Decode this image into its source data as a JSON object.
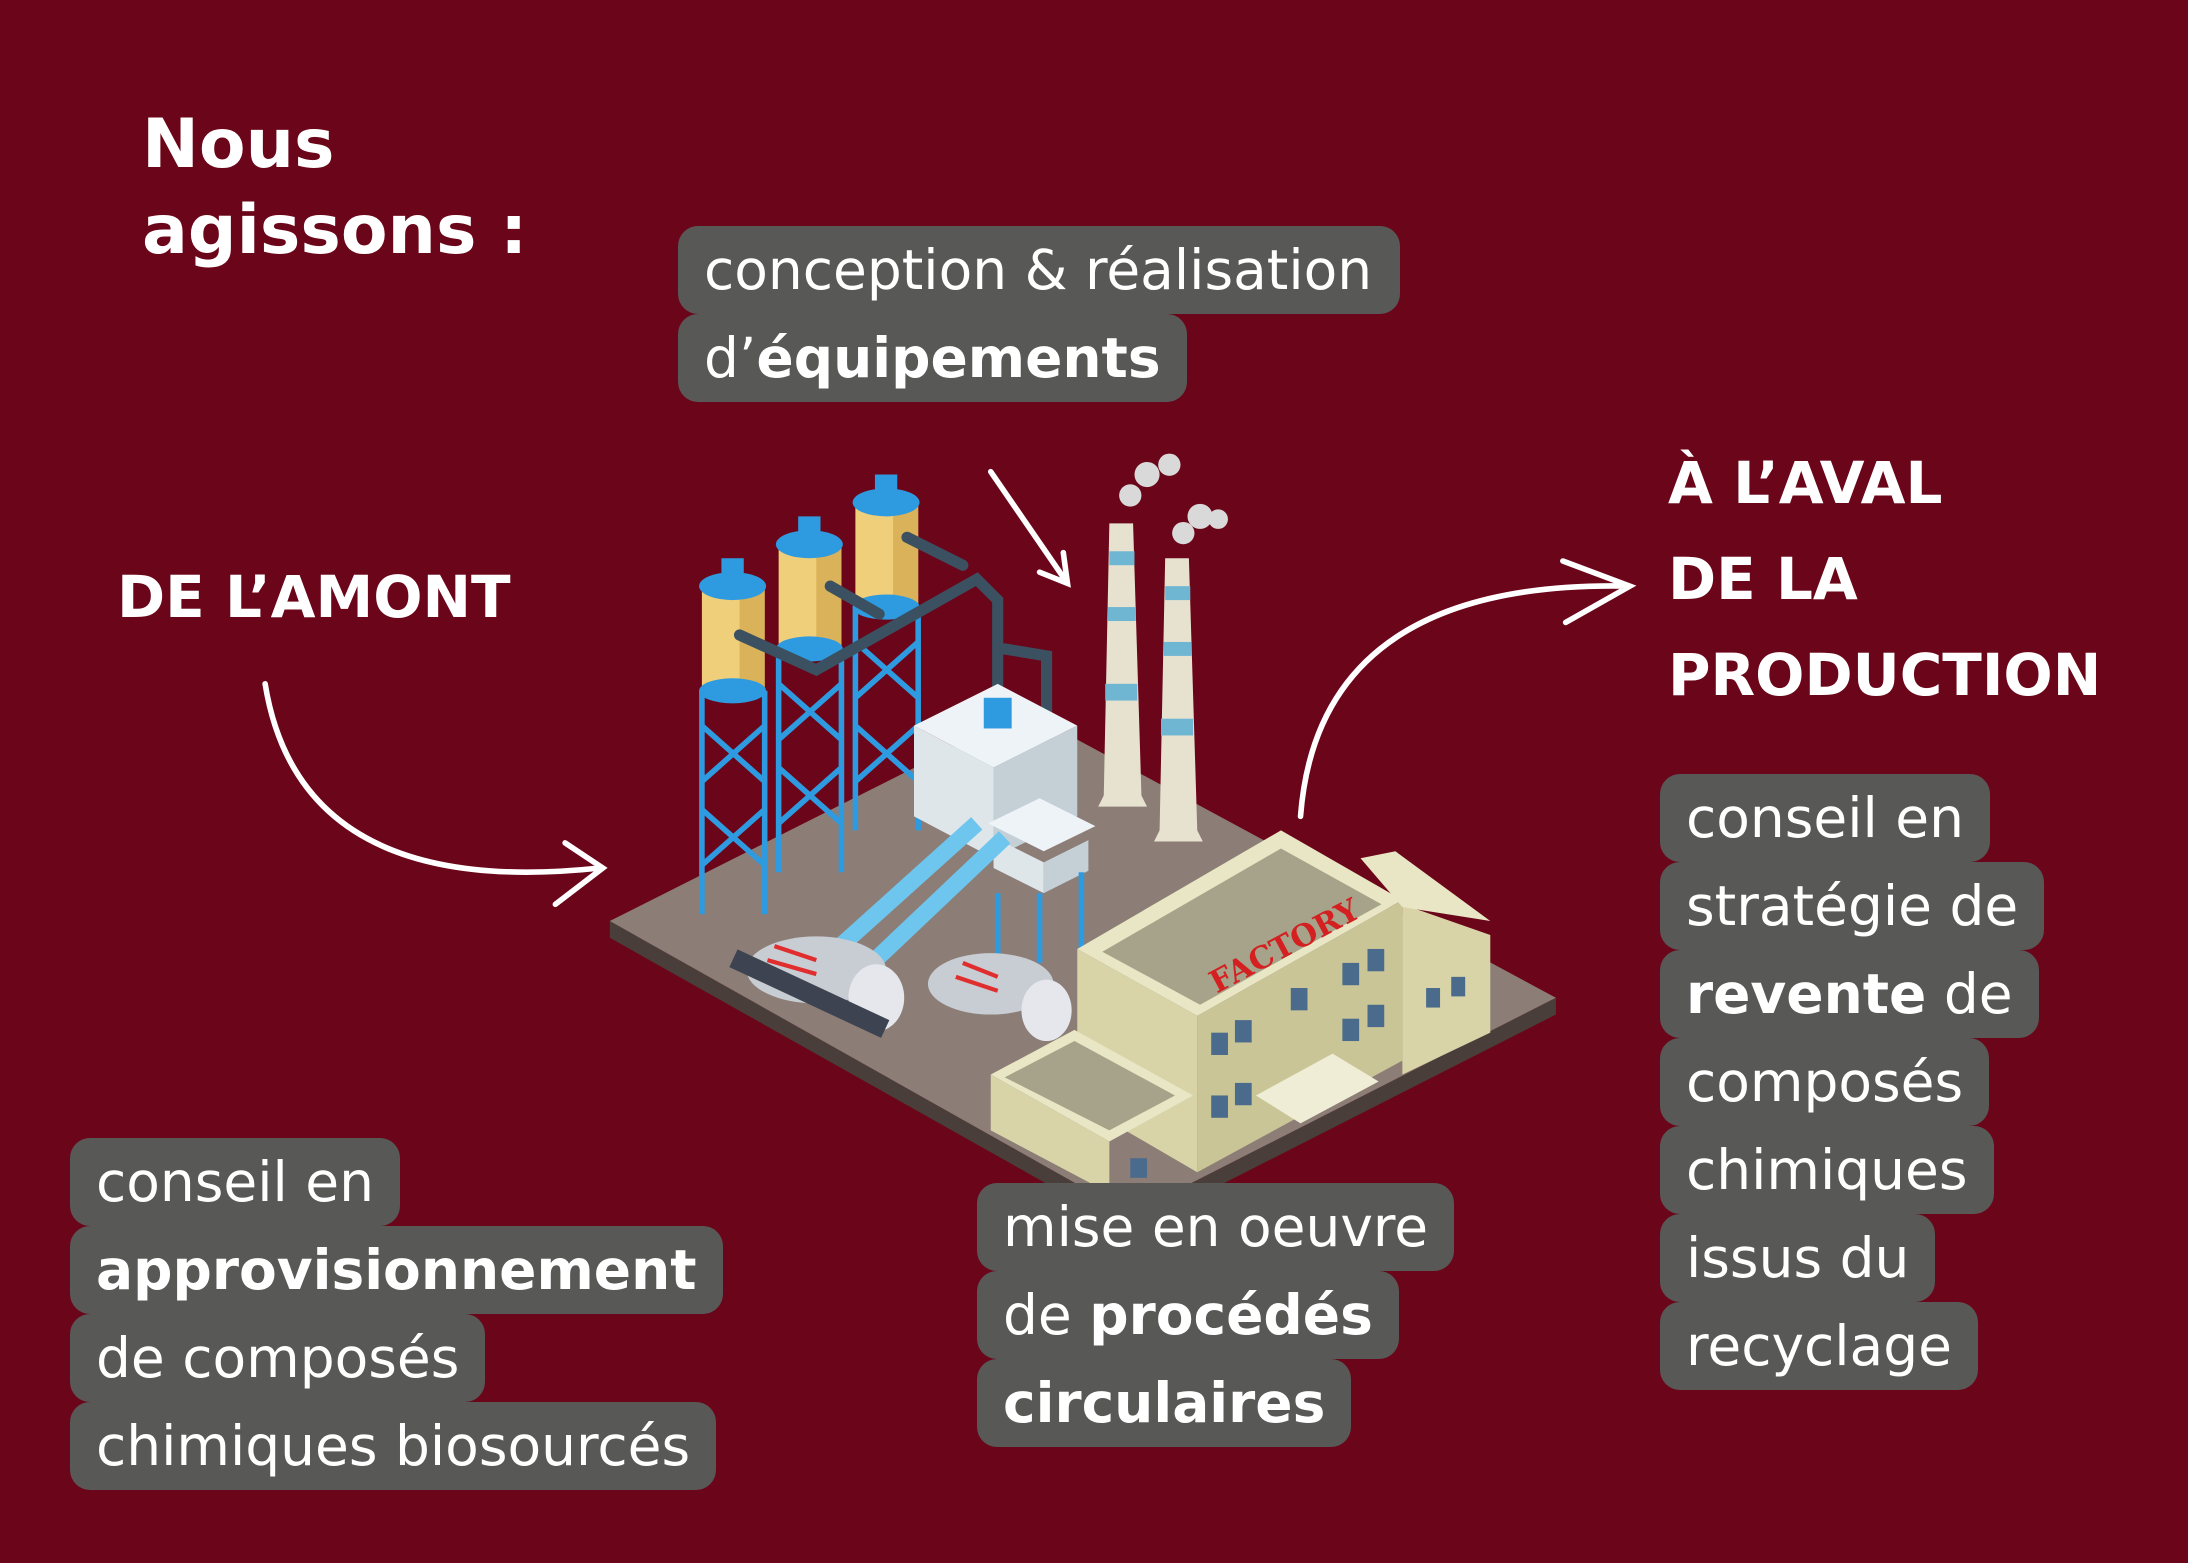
{
  "heading": {
    "line1": "Nous",
    "line2": "agissons :"
  },
  "upstream_label": "DE L’AMONT",
  "downstream_label": {
    "line1": "À L’AVAL",
    "line2": "DE LA",
    "line3": "PRODUCTION"
  },
  "equipment_box": {
    "line1": "conception & réalisation",
    "line2_prefix": "d’",
    "line2_bold": "équipements"
  },
  "supply_box": {
    "line1": "conseil en",
    "line2_bold": "approvisionnement",
    "line3": "de composés",
    "line4": "chimiques biosourcés"
  },
  "process_box": {
    "line1": "mise en oeuvre",
    "line2_prefix": "de ",
    "line2_bold": "procédés",
    "line3_bold": "circulaires"
  },
  "resale_box": {
    "line1": "conseil en",
    "line2": "stratégie de",
    "line3_bold": "revente",
    "line3_suffix": " de",
    "line4": "composés",
    "line5": "chimiques",
    "line6": "issus du",
    "line7": "recyclage"
  },
  "illustration": {
    "factory_sign": "FACTORY"
  },
  "colors": {
    "background": "#6b0519",
    "box": "#585856",
    "text": "#ffffff",
    "silo_blue": "#2e9be0",
    "silo_yellow": "#f0cf7a"
  }
}
